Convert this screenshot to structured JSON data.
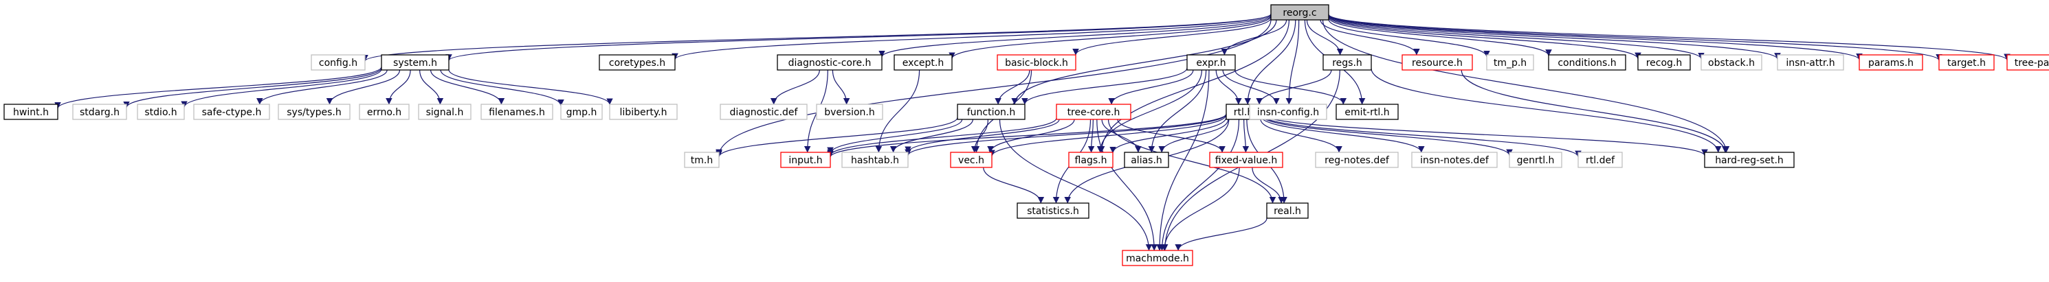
{
  "colors": {
    "edge": "#191970",
    "border_normal": "#000000",
    "border_missing": "#bfbfbf",
    "border_truncated": "#ff0000",
    "fill_root": "#bfbfbf",
    "fill_default": "#ffffff"
  },
  "nodes": [
    {
      "id": "reorg_c",
      "label": "reorg.c",
      "style": "root"
    },
    {
      "id": "config_h",
      "label": "config.h",
      "style": "missing"
    },
    {
      "id": "system_h",
      "label": "system.h",
      "style": "normal"
    },
    {
      "id": "coretypes_h",
      "label": "coretypes.h",
      "style": "normal"
    },
    {
      "id": "diagnostic_core_h",
      "label": "diagnostic-core.h",
      "style": "normal"
    },
    {
      "id": "except_h",
      "label": "except.h",
      "style": "normal"
    },
    {
      "id": "basic_block_h",
      "label": "basic-block.h",
      "style": "truncated"
    },
    {
      "id": "expr_h",
      "label": "expr.h",
      "style": "normal"
    },
    {
      "id": "regs_h",
      "label": "regs.h",
      "style": "normal"
    },
    {
      "id": "resource_h",
      "label": "resource.h",
      "style": "truncated"
    },
    {
      "id": "tm_p_h",
      "label": "tm_p.h",
      "style": "missing"
    },
    {
      "id": "conditions_h",
      "label": "conditions.h",
      "style": "normal"
    },
    {
      "id": "recog_h",
      "label": "recog.h",
      "style": "normal"
    },
    {
      "id": "obstack_h",
      "label": "obstack.h",
      "style": "missing"
    },
    {
      "id": "insn_attr_h",
      "label": "insn-attr.h",
      "style": "missing"
    },
    {
      "id": "params_h",
      "label": "params.h",
      "style": "truncated"
    },
    {
      "id": "target_h",
      "label": "target.h",
      "style": "truncated"
    },
    {
      "id": "tree_pass_h",
      "label": "tree-pass.h",
      "style": "truncated"
    },
    {
      "id": "hwint_h",
      "label": "hwint.h",
      "style": "normal"
    },
    {
      "id": "stdarg_h",
      "label": "stdarg.h",
      "style": "missing"
    },
    {
      "id": "stdio_h",
      "label": "stdio.h",
      "style": "missing"
    },
    {
      "id": "safe_ctype_h",
      "label": "safe-ctype.h",
      "style": "missing"
    },
    {
      "id": "sys_types_h",
      "label": "sys/types.h",
      "style": "missing"
    },
    {
      "id": "errno_h",
      "label": "errno.h",
      "style": "missing"
    },
    {
      "id": "signal_h",
      "label": "signal.h",
      "style": "missing"
    },
    {
      "id": "filenames_h",
      "label": "filenames.h",
      "style": "missing"
    },
    {
      "id": "gmp_h",
      "label": "gmp.h",
      "style": "missing"
    },
    {
      "id": "libiberty_h",
      "label": "libiberty.h",
      "style": "missing"
    },
    {
      "id": "diagnostic_def",
      "label": "diagnostic.def",
      "style": "missing"
    },
    {
      "id": "bversion_h",
      "label": "bversion.h",
      "style": "missing"
    },
    {
      "id": "function_h",
      "label": "function.h",
      "style": "normal"
    },
    {
      "id": "tree_core_h",
      "label": "tree-core.h",
      "style": "truncated"
    },
    {
      "id": "rtl_h",
      "label": "rtl.h",
      "style": "normal"
    },
    {
      "id": "insn_config_h",
      "label": "insn-config.h",
      "style": "missing"
    },
    {
      "id": "emit_rtl_h",
      "label": "emit-rtl.h",
      "style": "normal"
    },
    {
      "id": "tm_h",
      "label": "tm.h",
      "style": "missing"
    },
    {
      "id": "input_h",
      "label": "input.h",
      "style": "truncated"
    },
    {
      "id": "hashtab_h",
      "label": "hashtab.h",
      "style": "missing"
    },
    {
      "id": "vec_h",
      "label": "vec.h",
      "style": "truncated"
    },
    {
      "id": "flags_h",
      "label": "flags.h",
      "style": "truncated"
    },
    {
      "id": "alias_h",
      "label": "alias.h",
      "style": "normal"
    },
    {
      "id": "fixed_value_h",
      "label": "fixed-value.h",
      "style": "truncated"
    },
    {
      "id": "reg_notes_def",
      "label": "reg-notes.def",
      "style": "missing"
    },
    {
      "id": "insn_notes_def",
      "label": "insn-notes.def",
      "style": "missing"
    },
    {
      "id": "genrtl_h",
      "label": "genrtl.h",
      "style": "missing"
    },
    {
      "id": "rtl_def",
      "label": "rtl.def",
      "style": "missing"
    },
    {
      "id": "hard_reg_set_h",
      "label": "hard-reg-set.h",
      "style": "normal"
    },
    {
      "id": "statistics_h",
      "label": "statistics.h",
      "style": "normal"
    },
    {
      "id": "real_h",
      "label": "real.h",
      "style": "normal"
    },
    {
      "id": "machmode_h",
      "label": "machmode.h",
      "style": "truncated"
    }
  ],
  "edges": [
    [
      "reorg_c",
      "config_h"
    ],
    [
      "reorg_c",
      "system_h"
    ],
    [
      "reorg_c",
      "coretypes_h"
    ],
    [
      "reorg_c",
      "diagnostic_core_h"
    ],
    [
      "reorg_c",
      "except_h"
    ],
    [
      "reorg_c",
      "basic_block_h"
    ],
    [
      "reorg_c",
      "expr_h"
    ],
    [
      "reorg_c",
      "regs_h"
    ],
    [
      "reorg_c",
      "resource_h"
    ],
    [
      "reorg_c",
      "tm_p_h"
    ],
    [
      "reorg_c",
      "conditions_h"
    ],
    [
      "reorg_c",
      "recog_h"
    ],
    [
      "reorg_c",
      "obstack_h"
    ],
    [
      "reorg_c",
      "insn_attr_h"
    ],
    [
      "reorg_c",
      "params_h"
    ],
    [
      "reorg_c",
      "target_h"
    ],
    [
      "reorg_c",
      "tree_pass_h"
    ],
    [
      "reorg_c",
      "tm_h"
    ],
    [
      "reorg_c",
      "function_h"
    ],
    [
      "reorg_c",
      "rtl_h"
    ],
    [
      "reorg_c",
      "flags_h"
    ],
    [
      "reorg_c",
      "insn_config_h"
    ],
    [
      "reorg_c",
      "emit_rtl_h"
    ],
    [
      "reorg_c",
      "hard_reg_set_h"
    ],
    [
      "system_h",
      "hwint_h"
    ],
    [
      "system_h",
      "stdarg_h"
    ],
    [
      "system_h",
      "stdio_h"
    ],
    [
      "system_h",
      "safe_ctype_h"
    ],
    [
      "system_h",
      "sys_types_h"
    ],
    [
      "system_h",
      "errno_h"
    ],
    [
      "system_h",
      "signal_h"
    ],
    [
      "system_h",
      "filenames_h"
    ],
    [
      "system_h",
      "gmp_h"
    ],
    [
      "system_h",
      "libiberty_h"
    ],
    [
      "diagnostic_core_h",
      "diagnostic_def"
    ],
    [
      "diagnostic_core_h",
      "bversion_h"
    ],
    [
      "diagnostic_core_h",
      "input_h"
    ],
    [
      "except_h",
      "hashtab_h"
    ],
    [
      "basic_block_h",
      "function_h"
    ],
    [
      "basic_block_h",
      "vec_h"
    ],
    [
      "expr_h",
      "function_h"
    ],
    [
      "expr_h",
      "tree_core_h"
    ],
    [
      "expr_h",
      "rtl_h"
    ],
    [
      "expr_h",
      "insn_config_h"
    ],
    [
      "expr_h",
      "emit_rtl_h"
    ],
    [
      "expr_h",
      "flags_h"
    ],
    [
      "expr_h",
      "alias_h"
    ],
    [
      "expr_h",
      "machmode_h"
    ],
    [
      "regs_h",
      "rtl_h"
    ],
    [
      "regs_h",
      "hard_reg_set_h"
    ],
    [
      "regs_h",
      "machmode_h"
    ],
    [
      "resource_h",
      "hard_reg_set_h"
    ],
    [
      "function_h",
      "tm_h"
    ],
    [
      "function_h",
      "input_h"
    ],
    [
      "function_h",
      "hashtab_h"
    ],
    [
      "function_h",
      "vec_h"
    ],
    [
      "function_h",
      "machmode_h"
    ],
    [
      "tree_core_h",
      "input_h"
    ],
    [
      "tree_core_h",
      "hashtab_h"
    ],
    [
      "tree_core_h",
      "vec_h"
    ],
    [
      "tree_core_h",
      "flags_h"
    ],
    [
      "tree_core_h",
      "alias_h"
    ],
    [
      "tree_core_h",
      "fixed_value_h"
    ],
    [
      "tree_core_h",
      "statistics_h"
    ],
    [
      "tree_core_h",
      "real_h"
    ],
    [
      "tree_core_h",
      "machmode_h"
    ],
    [
      "rtl_h",
      "input_h"
    ],
    [
      "rtl_h",
      "hashtab_h"
    ],
    [
      "rtl_h",
      "vec_h"
    ],
    [
      "rtl_h",
      "flags_h"
    ],
    [
      "rtl_h",
      "alias_h"
    ],
    [
      "rtl_h",
      "fixed_value_h"
    ],
    [
      "rtl_h",
      "reg_notes_def"
    ],
    [
      "rtl_h",
      "insn_notes_def"
    ],
    [
      "rtl_h",
      "genrtl_h"
    ],
    [
      "rtl_h",
      "rtl_def"
    ],
    [
      "rtl_h",
      "hard_reg_set_h"
    ],
    [
      "rtl_h",
      "statistics_h"
    ],
    [
      "rtl_h",
      "real_h"
    ],
    [
      "rtl_h",
      "machmode_h"
    ],
    [
      "vec_h",
      "statistics_h"
    ],
    [
      "fixed_value_h",
      "real_h"
    ],
    [
      "fixed_value_h",
      "machmode_h"
    ],
    [
      "real_h",
      "machmode_h"
    ]
  ]
}
